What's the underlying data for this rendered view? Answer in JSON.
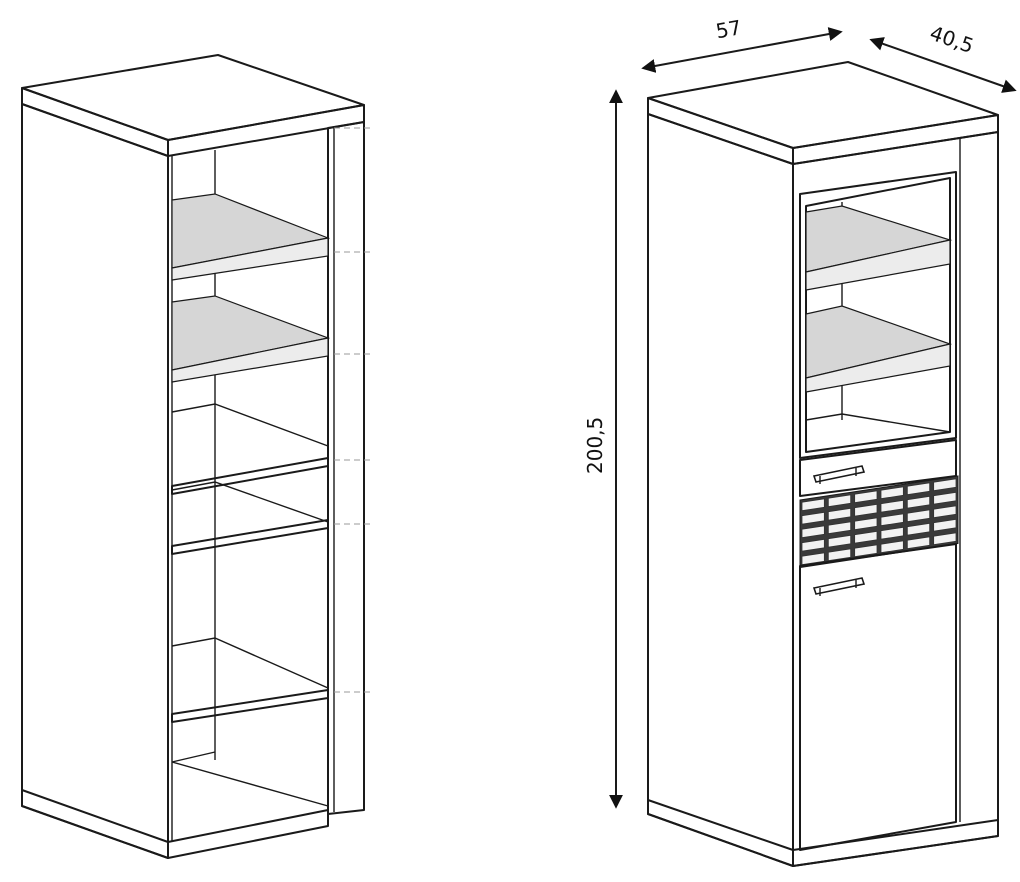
{
  "dimensions": {
    "width": "57",
    "depth": "40,5",
    "height": "200,5"
  }
}
